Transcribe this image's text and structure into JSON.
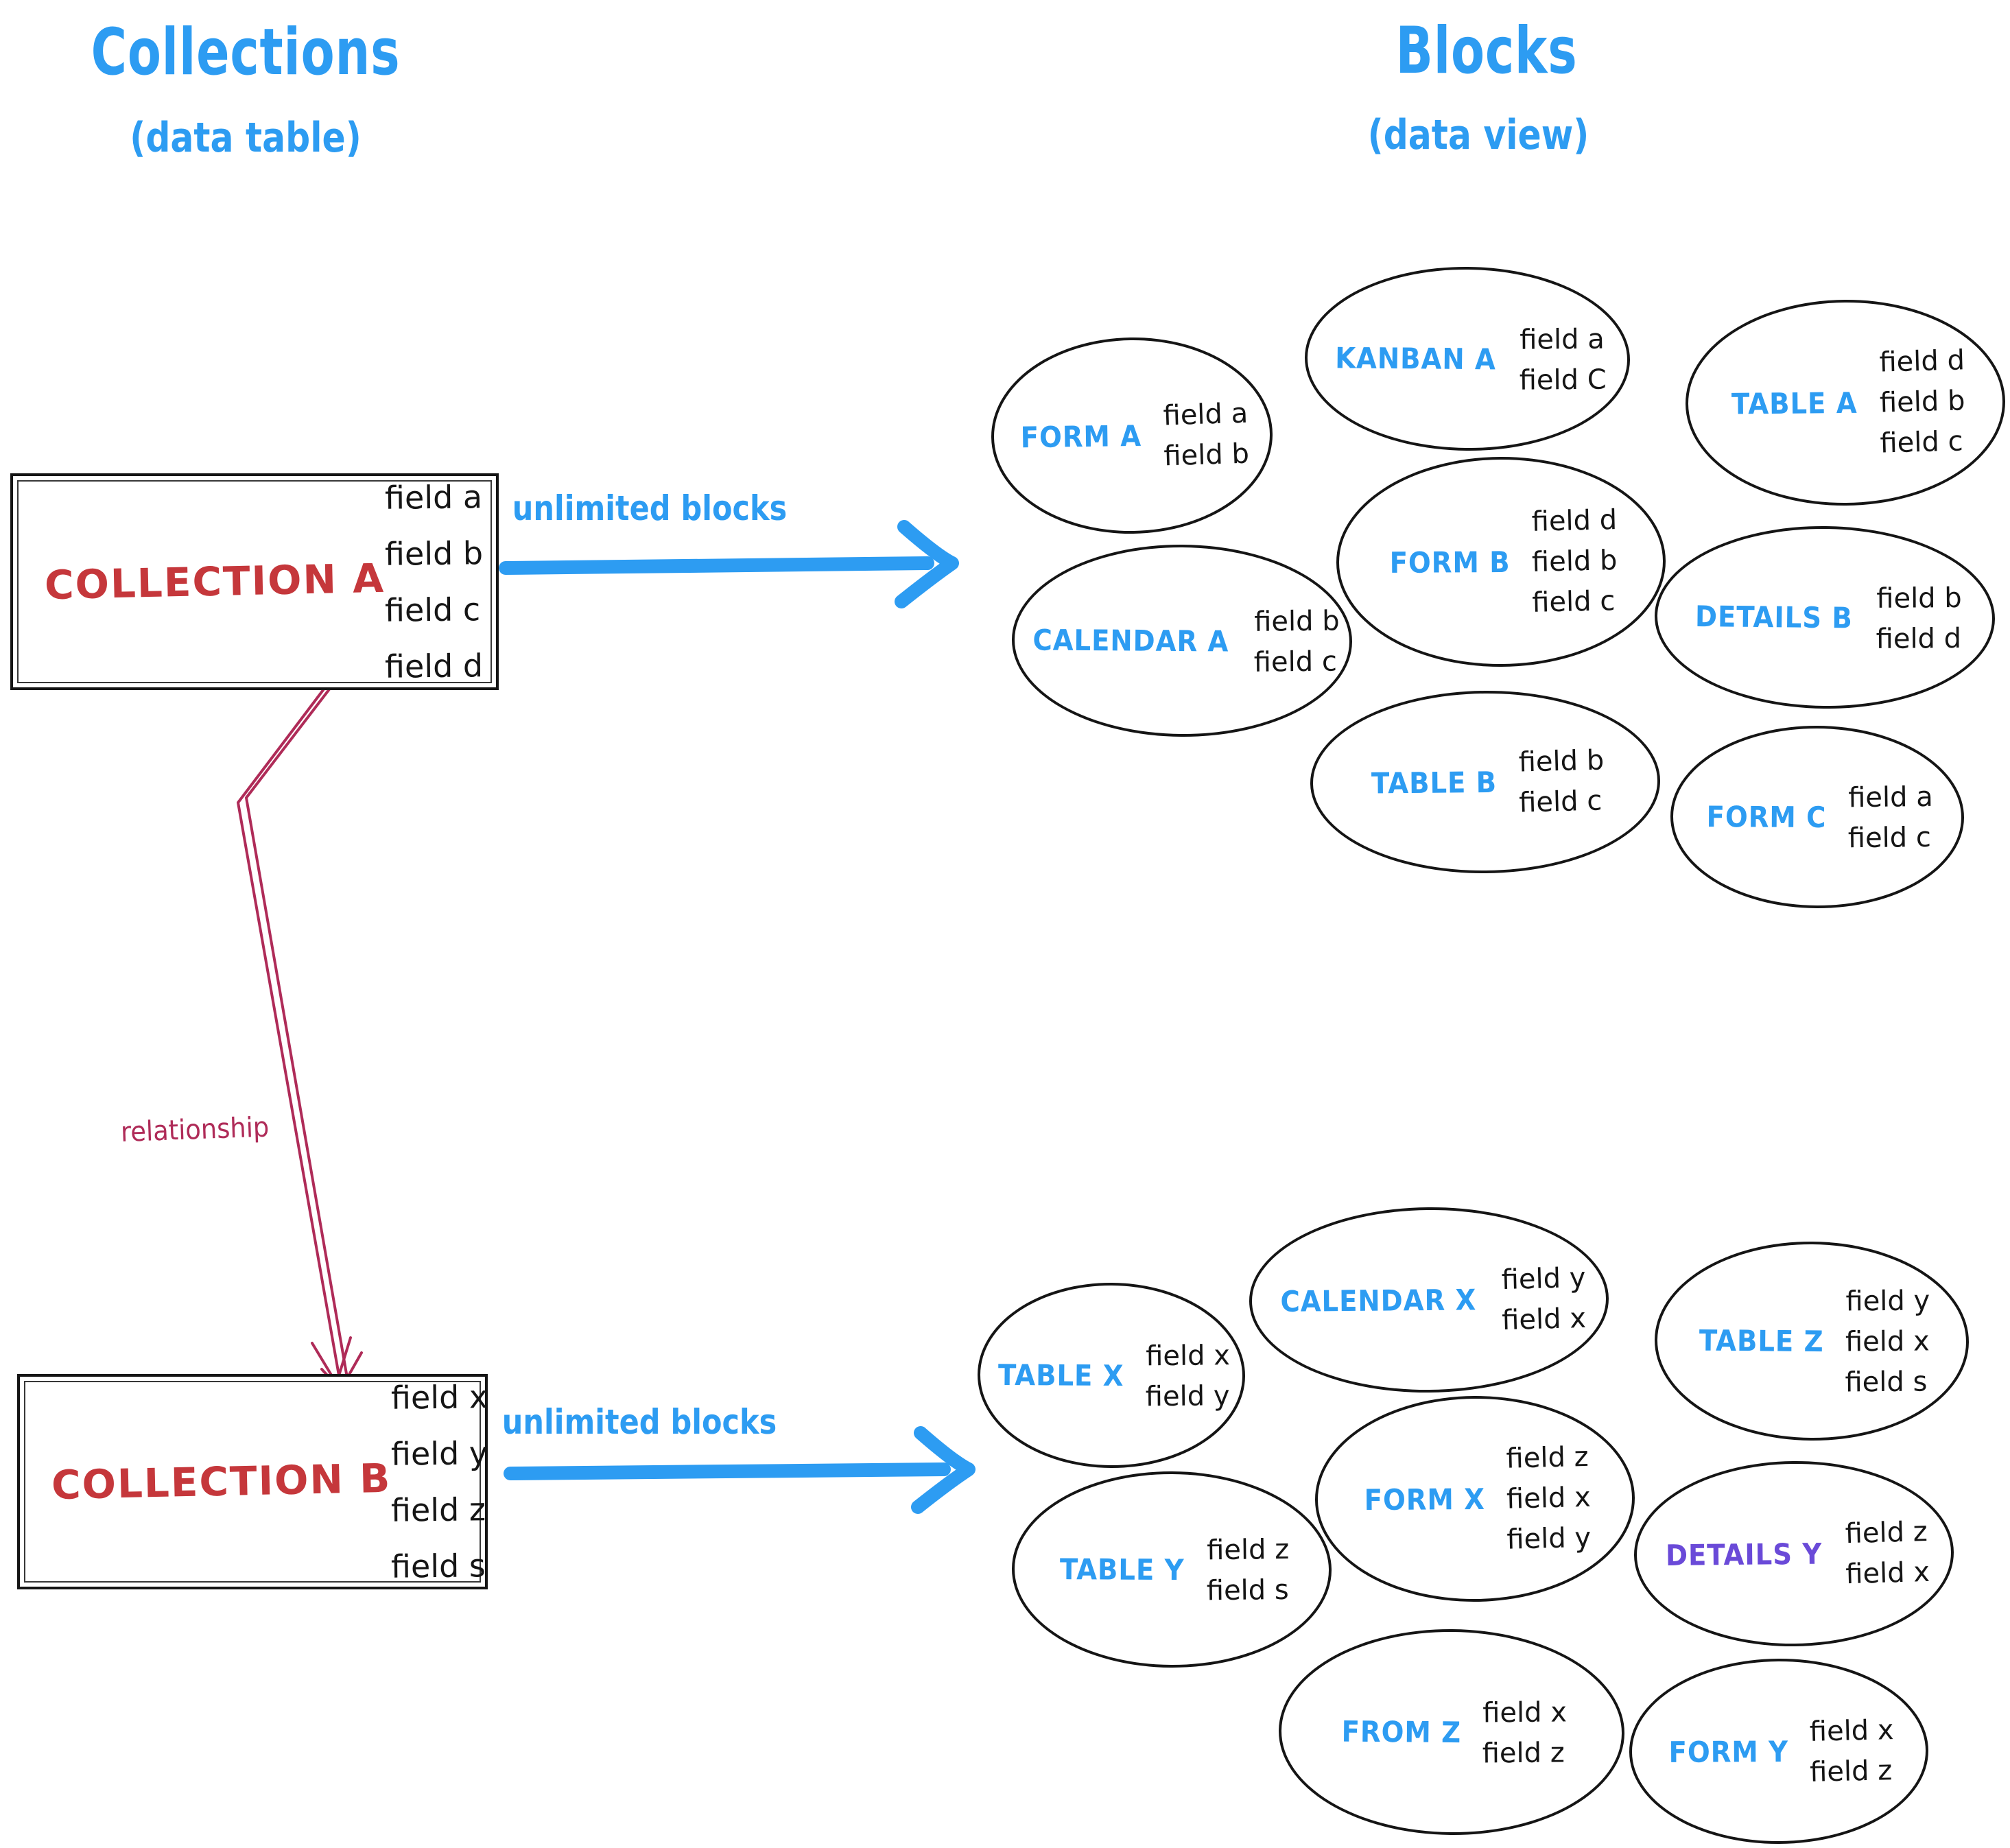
{
  "headers": {
    "left": {
      "title": "Collections",
      "subtitle": "(data table)"
    },
    "right": {
      "title": "Blocks",
      "subtitle": "(data view)"
    }
  },
  "collections": [
    {
      "name": "COLLECTION A",
      "fields": [
        "field a",
        "field b",
        "field c",
        "field d"
      ]
    },
    {
      "name": "COLLECTION B",
      "fields": [
        "field x",
        "field y",
        "field z",
        "field s"
      ]
    }
  ],
  "arrows": [
    {
      "label": "unlimited blocks"
    },
    {
      "label": "unlimited blocks"
    }
  ],
  "relationship_label": "relationship",
  "blocks": {
    "cluster_a": [
      {
        "name": "FORM A",
        "fields": [
          "field a",
          "field b"
        ],
        "accent": "blue"
      },
      {
        "name": "KANBAN A",
        "fields": [
          "field a",
          "field C"
        ],
        "accent": "blue"
      },
      {
        "name": "TABLE A",
        "fields": [
          "field d",
          "field b",
          "field c"
        ],
        "accent": "blue"
      },
      {
        "name": "CALENDAR A",
        "fields": [
          "field b",
          "field c"
        ],
        "accent": "blue"
      },
      {
        "name": "FORM B",
        "fields": [
          "field d",
          "field b",
          "field c"
        ],
        "accent": "blue"
      },
      {
        "name": "DETAILS B",
        "fields": [
          "field b",
          "field d"
        ],
        "accent": "blue"
      },
      {
        "name": "TABLE B",
        "fields": [
          "field b",
          "field c"
        ],
        "accent": "blue"
      },
      {
        "name": "FORM C",
        "fields": [
          "field a",
          "field c"
        ],
        "accent": "blue"
      }
    ],
    "cluster_b": [
      {
        "name": "TABLE X",
        "fields": [
          "field x",
          "field y"
        ],
        "accent": "blue"
      },
      {
        "name": "CALENDAR X",
        "fields": [
          "field y",
          "field x"
        ],
        "accent": "blue"
      },
      {
        "name": "TABLE Z",
        "fields": [
          "field y",
          "field x",
          "field s"
        ],
        "accent": "blue"
      },
      {
        "name": "FORM X",
        "fields": [
          "field z",
          "field x",
          "field y"
        ],
        "accent": "blue"
      },
      {
        "name": "TABLE Y",
        "fields": [
          "field z",
          "field s"
        ],
        "accent": "blue"
      },
      {
        "name": "DETAILS Y",
        "fields": [
          "field z",
          "field x"
        ],
        "accent": "purple"
      },
      {
        "name": "FROM Z",
        "fields": [
          "field x",
          "field z"
        ],
        "accent": "blue"
      },
      {
        "name": "FORM Y",
        "fields": [
          "field x",
          "field z"
        ],
        "accent": "blue"
      }
    ]
  },
  "colors": {
    "blue": "#2D9CF2",
    "red": "#C5373B",
    "crimson": "#AF2B58",
    "purple": "#6A4AD8",
    "ink": "#151515"
  }
}
